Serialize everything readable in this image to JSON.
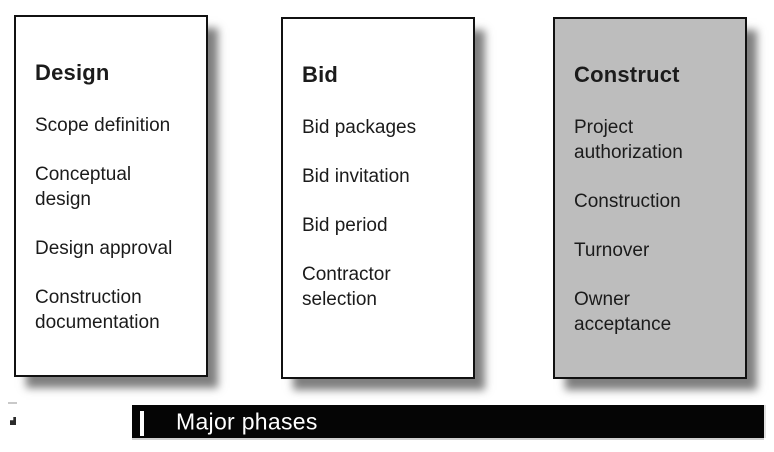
{
  "diagram": {
    "columns": [
      {
        "title": "Design",
        "variant": "white",
        "items": [
          "Scope definition",
          "Conceptual\ndesign",
          "Design approval",
          "Construction\ndocumentation"
        ]
      },
      {
        "title": "Bid",
        "variant": "white",
        "items": [
          "Bid packages",
          "Bid invitation",
          "Bid period",
          "Contractor\nselection"
        ]
      },
      {
        "title": "Construct",
        "variant": "gray",
        "items": [
          "Project\nauthorization",
          "Construction",
          "Turnover",
          "Owner\nacceptance"
        ]
      }
    ],
    "caption": {
      "label": "Major phases"
    }
  },
  "colors": {
    "page_bg": "#ffffff",
    "box_white": "#ffffff",
    "box_gray": "#bdbdbd",
    "box_border": "#111111",
    "text": "#1b1b1b",
    "caption_bg": "#050505",
    "caption_text": "#ffffff"
  }
}
